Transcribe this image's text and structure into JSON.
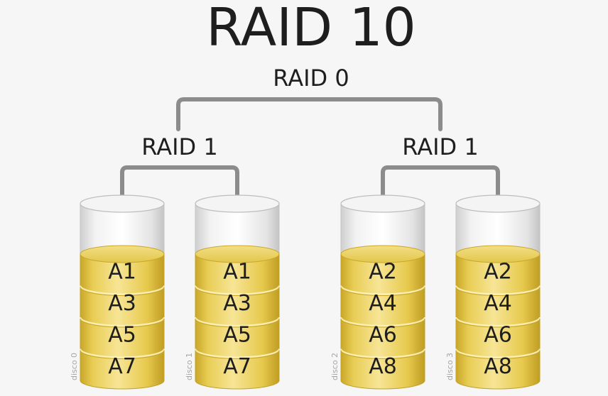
{
  "title": "RAID 10",
  "top_group_label": "RAID 0",
  "mirror_groups": [
    {
      "label": "RAID 1"
    },
    {
      "label": "RAID 1"
    }
  ],
  "disks": [
    {
      "label": "disco 0",
      "blocks": [
        "A1",
        "A3",
        "A5",
        "A7"
      ]
    },
    {
      "label": "disco 1",
      "blocks": [
        "A1",
        "A3",
        "A5",
        "A7"
      ]
    },
    {
      "label": "disco 2",
      "blocks": [
        "A2",
        "A4",
        "A6",
        "A8"
      ]
    },
    {
      "label": "disco 3",
      "blocks": [
        "A2",
        "A4",
        "A6",
        "A8"
      ]
    }
  ],
  "colors": {
    "background": "#f6f6f6",
    "text": "#1e1e1e",
    "connector": "#8c8c8c",
    "block_fill": "#ecd25a",
    "block_dark": "#c9a928",
    "cylinder_glass": "#e2e2e2"
  }
}
